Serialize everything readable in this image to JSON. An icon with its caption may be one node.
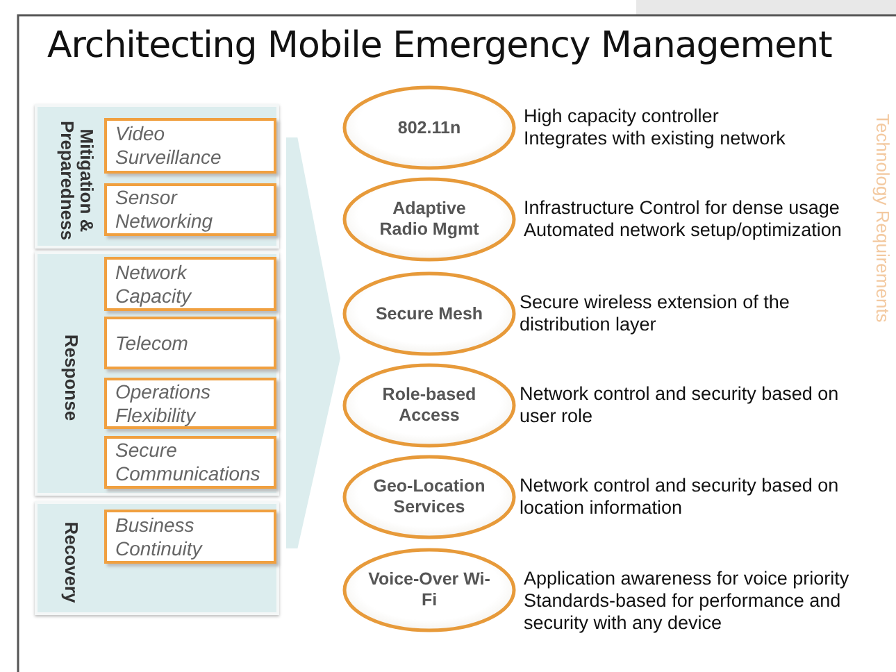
{
  "diagram": {
    "title": "Architecting Mobile Emergency Management",
    "nodes": [
      {
        "text": [
          "Mitigation & Preparedness"
        ]
      },
      {
        "text": [
          "Video Surveillance"
        ],
        "in": 0
      },
      {
        "text": [
          "Sensor Networking"
        ],
        "in": 0
      },
      {
        "text": [
          "Response"
        ]
      },
      {
        "text": [
          "Network Capacity"
        ],
        "in": 3
      },
      {
        "text": [
          "Telecom"
        ],
        "in": 3
      },
      {
        "text": [
          "Operations Flexibility"
        ],
        "in": 3
      },
      {
        "text": [
          "Secure Communications"
        ],
        "in": 3
      },
      {
        "text": [
          "Recovery"
        ]
      },
      {
        "text": [
          "Business Continuity"
        ],
        "in": 8
      },
      {
        "text": [
          "802.11n"
        ],
        "beside": [
          "High capacity controller",
          "Integrates with existing network"
        ]
      },
      {
        "text": [
          "Adaptive Radio Mgmt"
        ],
        "beside": [
          "Infrastructure Control for dense usage",
          "Automated network setup/optimization"
        ]
      },
      {
        "text": [
          "Secure Mesh"
        ],
        "beside": [
          "Secure wireless extension of the distribution layer"
        ]
      },
      {
        "text": [
          "Role-based Access"
        ],
        "beside": [
          "Network control and security based on user role"
        ]
      },
      {
        "text": [
          "Geo-Location Services"
        ],
        "beside": [
          "Network control and security based on location information"
        ]
      },
      {
        "text": [
          "Voice-Over Wi-Fi"
        ],
        "beside": [
          "Application awareness for voice priority",
          "Standards-based for performance and security with any device"
        ]
      }
    ],
    "edges": [],
    "labels": [
      "Technology Requirements"
    ]
  }
}
